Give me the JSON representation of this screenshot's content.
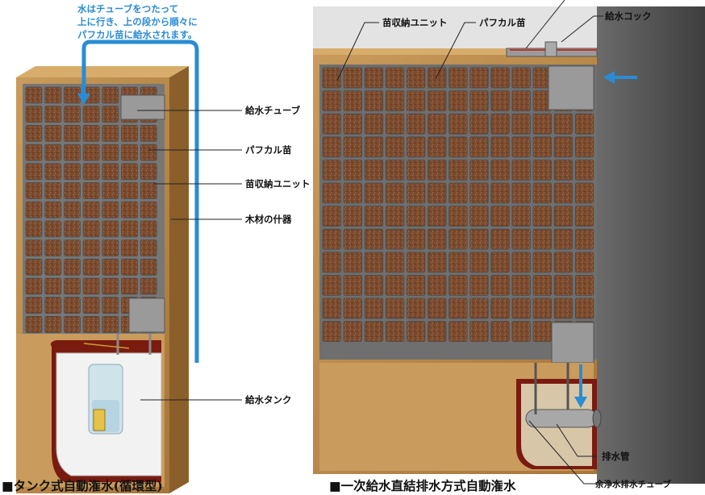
{
  "left_panel": {
    "note_lines": [
      "水はチューブをつたって",
      "上に行き、上の段から順々に",
      "パフカル苗に給水されます。"
    ],
    "labels": {
      "supply_tube": "給水チューブ",
      "pafcal_seedling": "パフカル苗",
      "storage_unit": "苗収納ユニット",
      "wood_fixture": "木材の什器",
      "supply_tank": "給水タンク"
    },
    "caption": "■タンク式自動潅水(循環型)"
  },
  "right_panel": {
    "labels": {
      "storage_unit": "苗収納ユニット",
      "pafcal_seedling": "パフカル苗",
      "supply_cock": "給水コック",
      "drain_pipe": "排水管",
      "excess_drain_tube": "余浄水排水チューブ"
    },
    "caption": "■一次給水直結排水方式自動潅水"
  },
  "colors": {
    "water": "#2a8cd4",
    "wood": "#b98a4a",
    "wood_dark": "#8a5f2a",
    "grid": "#6f6f6f",
    "soil": "#7a4a2e",
    "wall": "#5a5a5a"
  }
}
